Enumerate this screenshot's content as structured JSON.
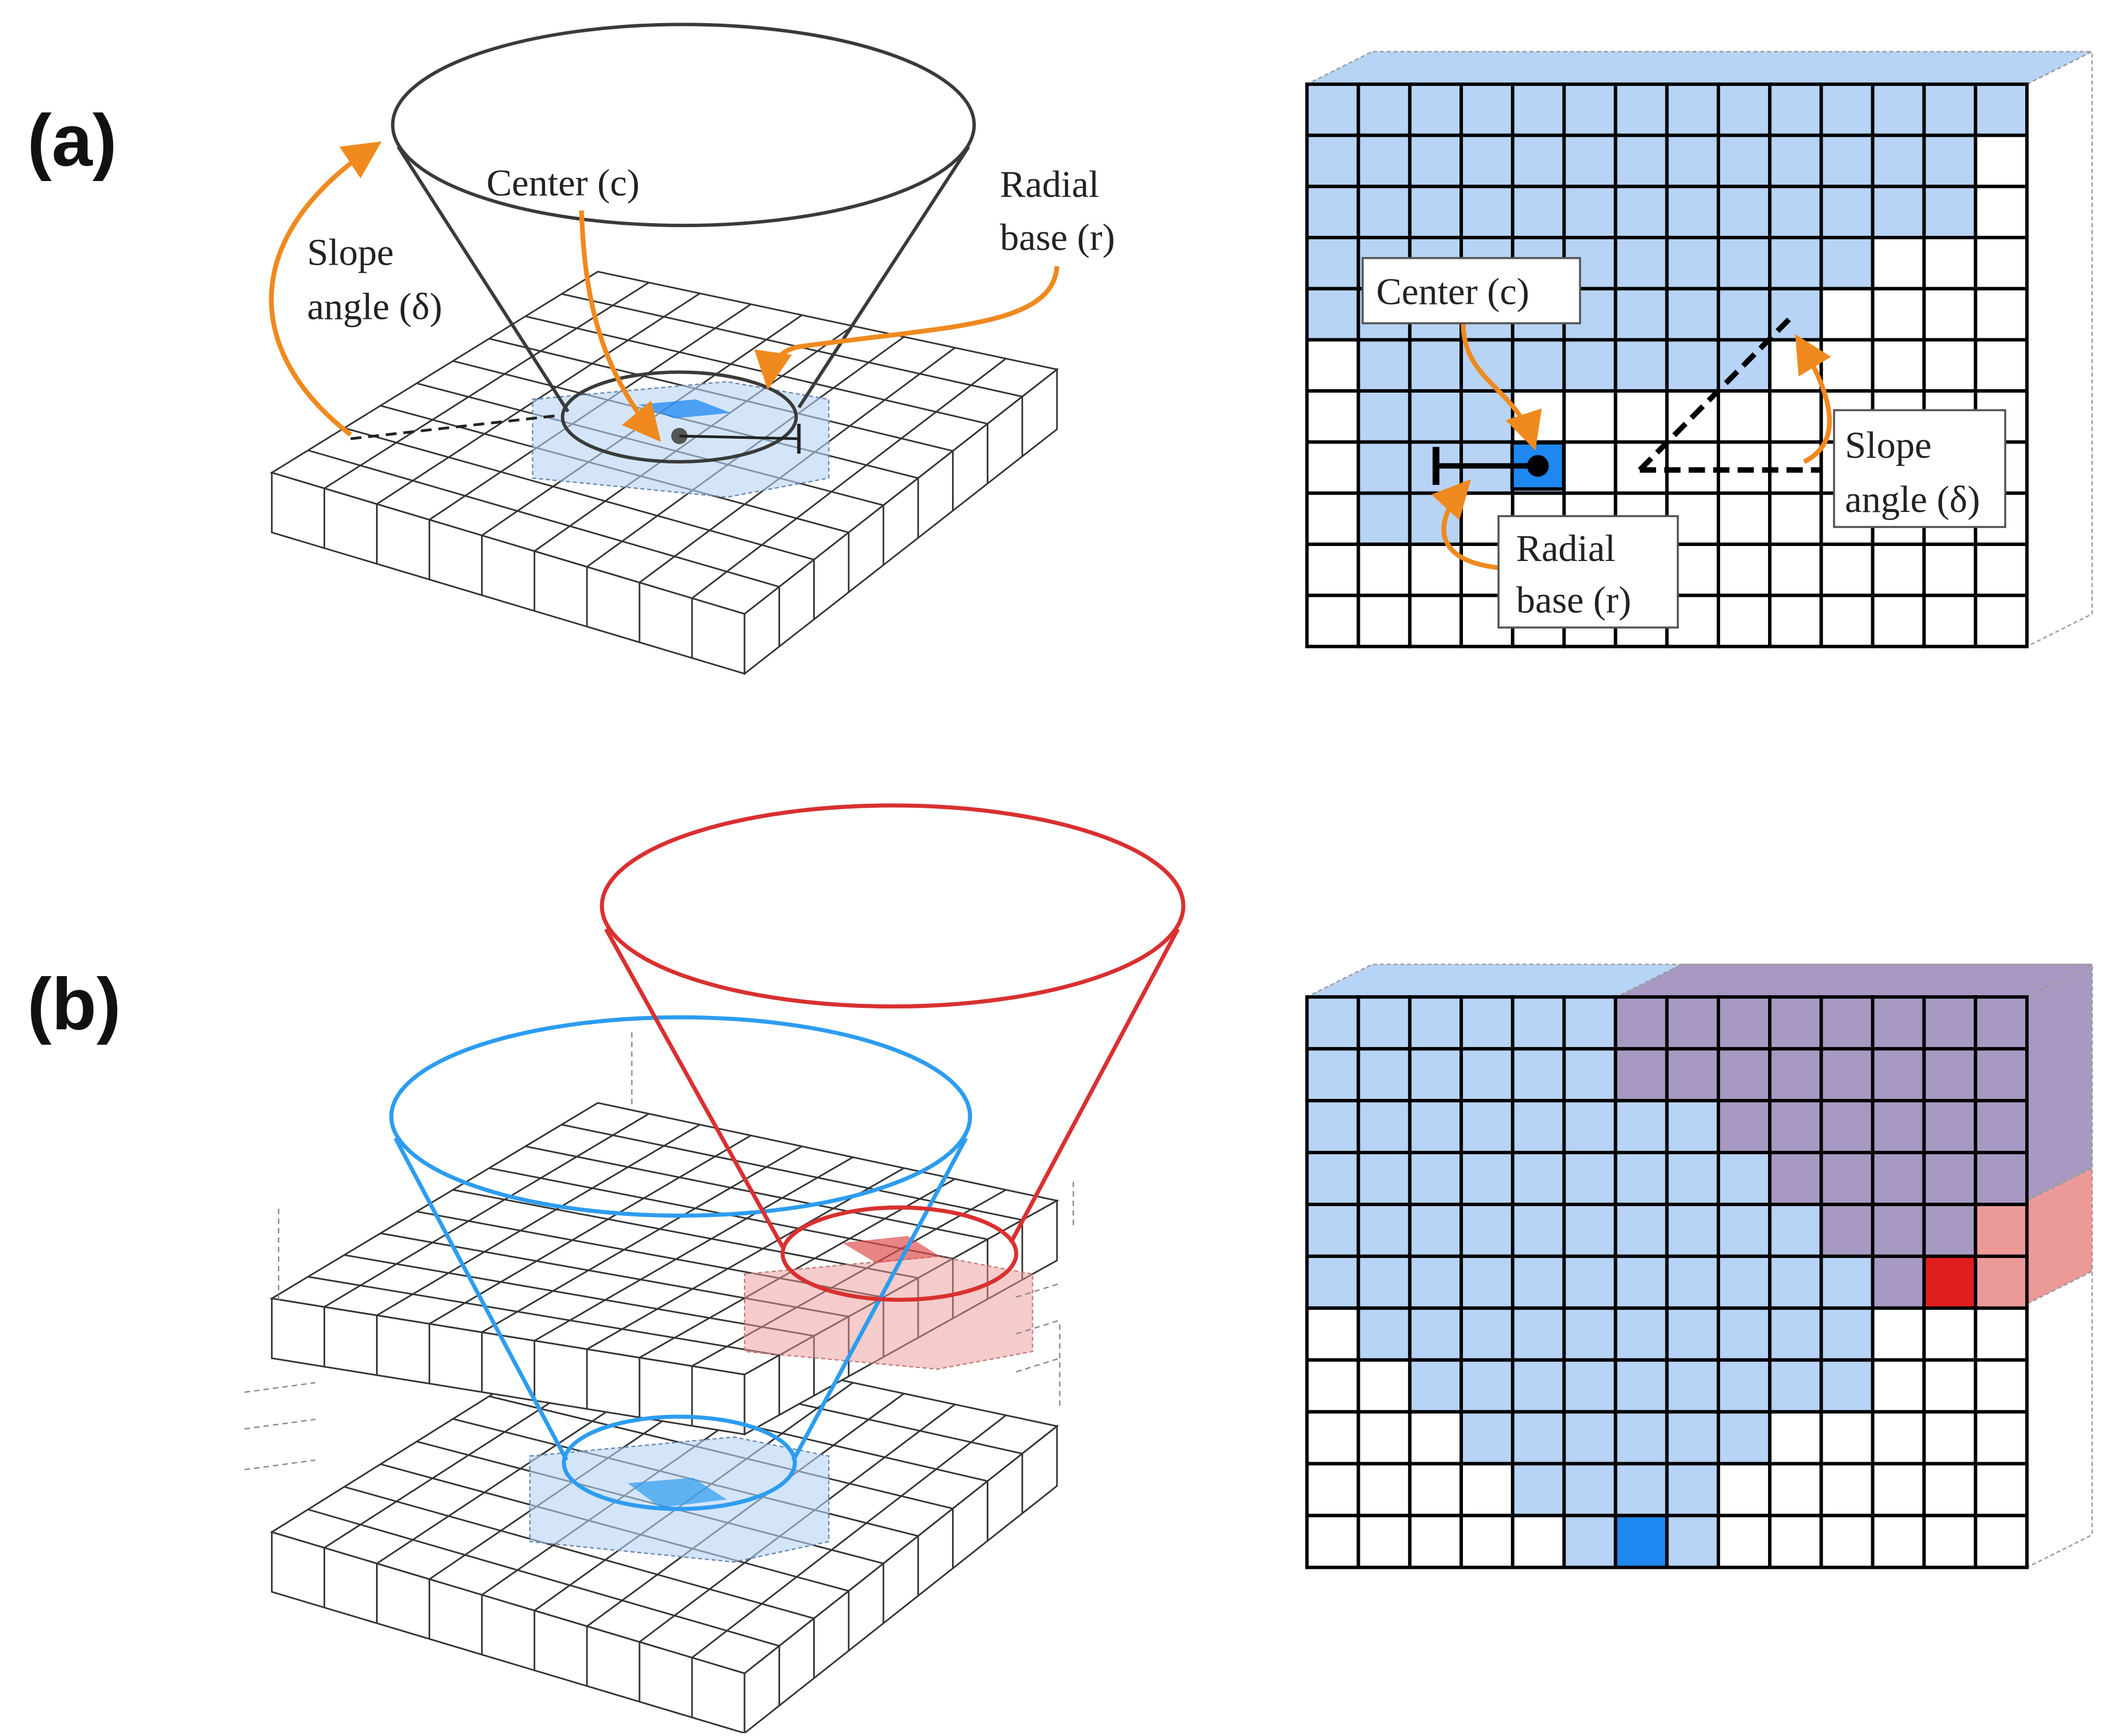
{
  "figure": {
    "panel_a": {
      "label": "(a)",
      "left": {
        "center": "Center (c)",
        "radial_line1": "Radial",
        "radial_line2": "base (r)",
        "slope_line1": "Slope",
        "slope_line2": "angle (δ)"
      },
      "right": {
        "center": "Center (c)",
        "radial_line1": "Radial",
        "radial_line2": "base (r)",
        "slope_line1": "Slope",
        "slope_line2": "angle (δ)"
      }
    },
    "panel_b": {
      "label": "(b)"
    }
  },
  "colors": {
    "arrow": "#f0891e",
    "cone_dark": "#3a3a3a",
    "cone_blue": "#2d9cf0",
    "cone_red": "#d93030",
    "light_blue": "#b7d3f5",
    "center_blue": "#1e88f0",
    "purple": "#a899c2",
    "pink": "#eb9a98",
    "center_red": "#e01e1e"
  }
}
